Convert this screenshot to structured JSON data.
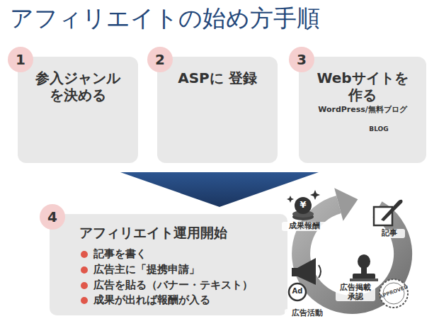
{
  "diagram": {
    "title": "アフィリエイトの始め方手順",
    "nodes": [
      {
        "text": [
          "参入ジャンル を決める"
        ]
      },
      {
        "text": [
          "1"
        ],
        "in": 0
      },
      {
        "text": [
          "ASPに 登録"
        ]
      },
      {
        "text": [
          "2"
        ],
        "in": 2
      },
      {
        "text": [
          "Webサイトを 作る",
          "WordPress/無料ブログ"
        ]
      },
      {
        "text": [
          "3"
        ],
        "in": 4
      },
      {
        "text": [
          "アフィリエイト運用開始",
          "記事を書く",
          "広告主に「提携申請」",
          "広告を貼る（バナー・テキスト）",
          "成果が出れば報酬が入る"
        ]
      },
      {
        "text": [
          "4"
        ],
        "in": 6
      }
    ],
    "labels": [
      "BLOG",
      "¥",
      "成果報酬",
      "記事",
      "広告掲載 承認",
      "APPROVED",
      "Ad",
      "広告活動"
    ]
  }
}
